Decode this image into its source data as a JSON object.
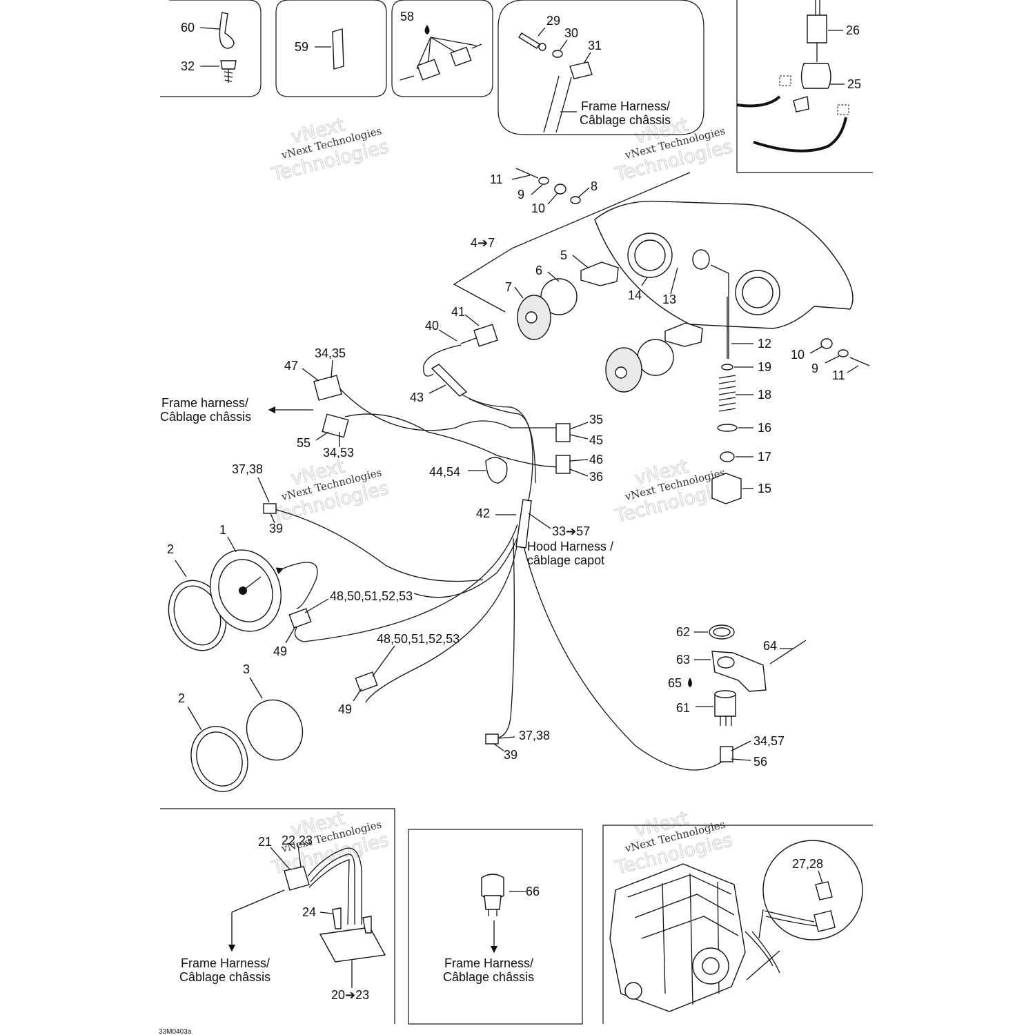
{
  "diagram_code": "33M0403a",
  "watermark": {
    "line1": "vNext Technologies",
    "line2": "vNext",
    "line3": "Technologies"
  },
  "captions": {
    "frame_harness_top_1": "Frame Harness/",
    "frame_harness_top_2": "Câblage châssis",
    "frame_harness_left_1": "Frame harness/",
    "frame_harness_left_2": "Câblage châssis",
    "hood_harness_1": "Hood Harness /",
    "hood_harness_2": "câblage capot",
    "frame_harness_bl_1": "Frame Harness/",
    "frame_harness_bl_2": "Câblage châssis",
    "frame_harness_bm_1": "Frame Harness/",
    "frame_harness_bm_2": "Câblage châssis"
  },
  "labels": {
    "l60": "60",
    "l32": "32",
    "l59": "59",
    "l58": "58",
    "l29": "29",
    "l30": "30",
    "l31": "31",
    "l26": "26",
    "l25": "25",
    "l11a": "11",
    "l9a": "9",
    "l10a": "10",
    "l8": "8",
    "l4to7": "4➔7",
    "l5": "5",
    "l6": "6",
    "l7": "7",
    "l14": "14",
    "l13": "13",
    "l41": "41",
    "l40": "40",
    "l12": "12",
    "l10b": "10",
    "l9b": "9",
    "l11b": "11",
    "l19": "19",
    "l18": "18",
    "l16": "16",
    "l17": "17",
    "l15": "15",
    "l3435a": "34,35",
    "l47": "47",
    "l43": "43",
    "l55": "55",
    "l3453": "34,53",
    "l35": "35",
    "l45": "45",
    "l46": "46",
    "l36": "36",
    "l4454": "44,54",
    "l3738a": "37,38",
    "l39a": "39",
    "l42": "42",
    "l33to57": "33➔57",
    "l1": "1",
    "l2a": "2",
    "l48a": "48,50,51,52,53",
    "l49a": "49",
    "l48b": "48,50,51,52,53",
    "l49b": "49",
    "l3": "3",
    "l2b": "2",
    "l3738b": "37,38",
    "l39b": "39",
    "l62": "62",
    "l63": "63",
    "l64": "64",
    "l65": "65",
    "l61": "61",
    "l3457": "34,57",
    "l56": "56",
    "l21": "21",
    "l2223": "22,23",
    "l24": "24",
    "l20to23": "20➔23",
    "l66": "66",
    "l2728": "27,28"
  },
  "colors": {
    "ink": "#111111",
    "paper": "#ffffff",
    "watermark": "#d6d6d6"
  }
}
